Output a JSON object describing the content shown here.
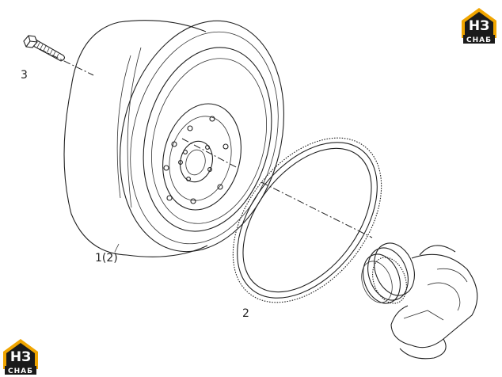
{
  "labels": {
    "bolt": "3",
    "flywheel": "1(2)",
    "ring_gear": "2"
  },
  "logo": {
    "main": "НЗ",
    "sub": "СНАБ",
    "color_dark": "#1a1a1a",
    "color_accent": "#f0a500"
  }
}
